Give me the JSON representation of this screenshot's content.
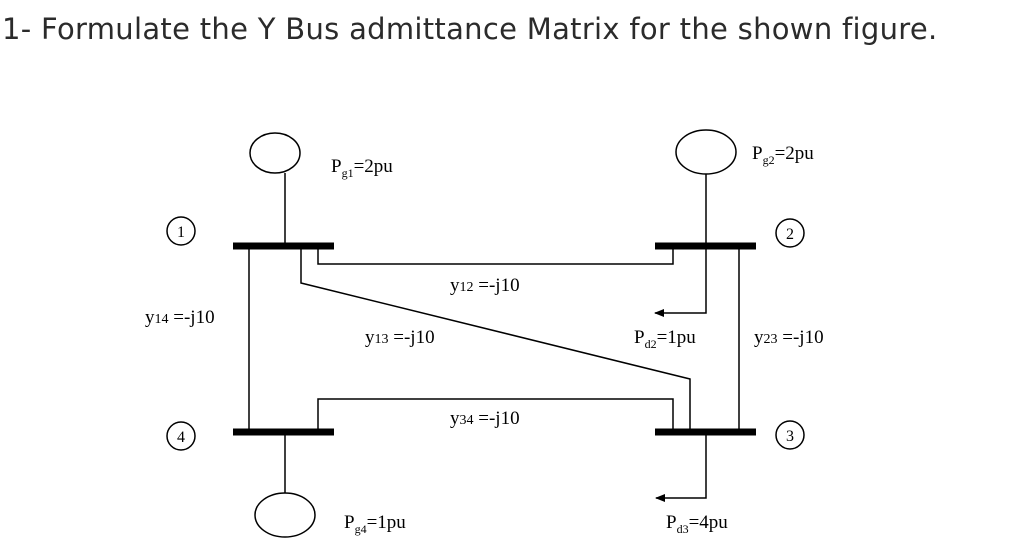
{
  "question": "1- Formulate the Y Bus admittance Matrix for the shown figure.",
  "buses": {
    "b1": {
      "number": "1"
    },
    "b2": {
      "number": "2"
    },
    "b3": {
      "number": "3"
    },
    "b4": {
      "number": "4"
    }
  },
  "generators": {
    "g1": {
      "P": "P",
      "sub": "g1",
      "value": "=2pu"
    },
    "g2": {
      "P": "P",
      "sub": "g2",
      "value": "=2pu"
    },
    "g4": {
      "P": "P",
      "sub": "g4",
      "value": "=1pu"
    }
  },
  "loads": {
    "d2": {
      "P": "P",
      "sub": "d2",
      "value": "=1pu"
    },
    "d3": {
      "P": "P",
      "sub": "d3",
      "value": "=4pu"
    }
  },
  "lines": {
    "y12": {
      "y": "y",
      "sub": "12",
      "value": " =-j10"
    },
    "y13": {
      "y": "y",
      "sub": "13",
      "value": " =-j10"
    },
    "y14": {
      "y": "y",
      "sub": "14",
      "value": " =-j10"
    },
    "y23": {
      "y": "y",
      "sub": "23",
      "value": " =-j10"
    },
    "y34": {
      "y": "y",
      "sub": "34",
      "value": " =-j10"
    }
  }
}
